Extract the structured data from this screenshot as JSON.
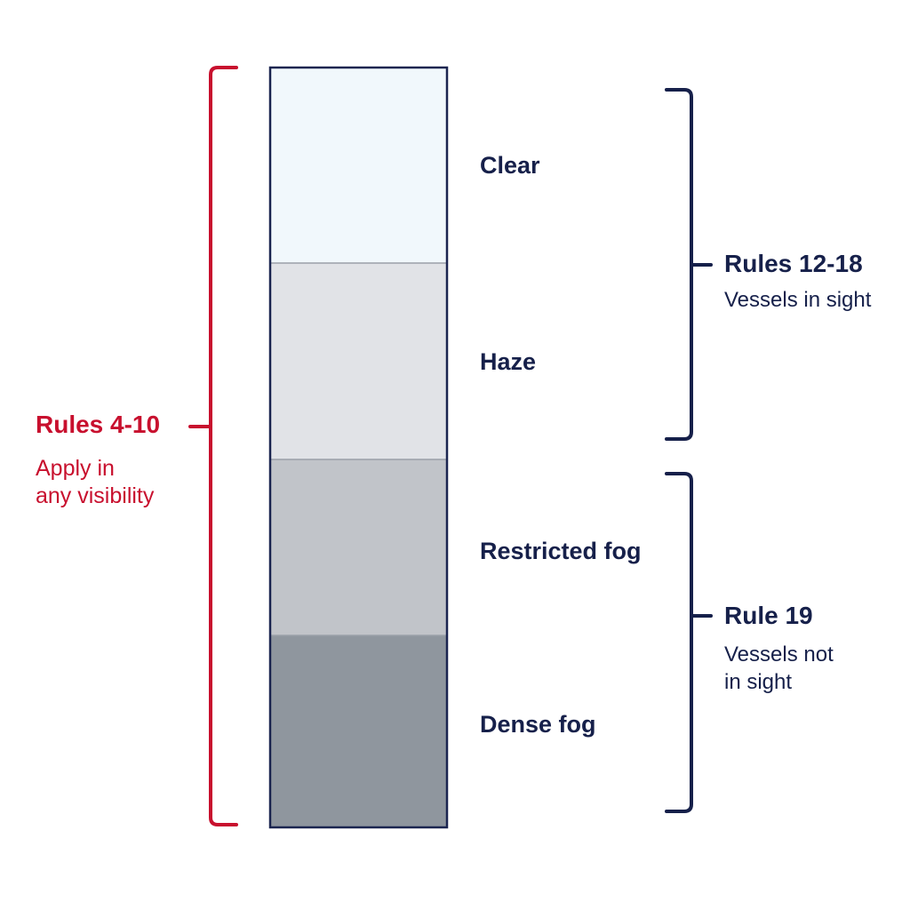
{
  "colors": {
    "navy": "#16204a",
    "red": "#c8102e",
    "border": "#1b2550",
    "background": "#ffffff"
  },
  "bands": [
    {
      "label": "Clear",
      "color": "#f1f8fc"
    },
    {
      "label": "Haze",
      "color": "#e1e3e7"
    },
    {
      "label": "Restricted fog",
      "color": "#c1c4c9"
    },
    {
      "label": "Dense fog",
      "color": "#8f969e"
    }
  ],
  "brackets": {
    "rules_4_10": {
      "title": "Rules 4-10",
      "note": "Apply in\nany visibility"
    },
    "rules_12_18": {
      "title": "Rules 12-18",
      "note": "Vessels in sight"
    },
    "rule_19": {
      "title": "Rule 19",
      "note": "Vessels not\nin sight"
    }
  }
}
